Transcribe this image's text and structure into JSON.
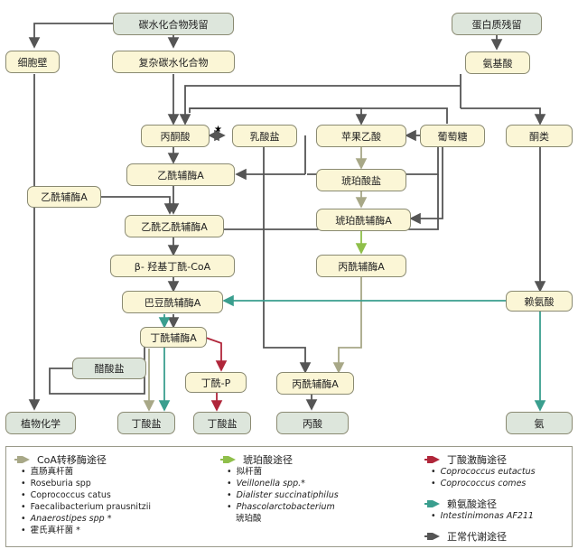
{
  "colors": {
    "box_yellow": "#fbf6d6",
    "box_green": "#dde6dc",
    "arrow_gray": "#555555",
    "coa": "#a8a887",
    "succinate": "#8fbf4a",
    "butyrate_kinase": "#b0263a",
    "lysine": "#3a9e8e"
  },
  "nodes": {
    "carb_residue": "碳水化合物残留",
    "protein_residue": "蛋白质残留",
    "cell_wall": "细胞壁",
    "complex_carb": "复杂碳水化合物",
    "amino_acid": "氨基酸",
    "pyruvate": "丙酮酸",
    "lactate": "乳酸盐",
    "fumarate": "苹果乙酸",
    "glucose": "葡萄糖",
    "ketone": "酮类",
    "acetyl_coa": "乙酰辅酶A",
    "succinate": "琥珀酸盐",
    "acetyl_coa_left": "乙酰辅酶A",
    "acetoacetyl_coa": "乙酰乙酰辅酶A",
    "succinyl_coa": "琥珀酰辅酶A",
    "hydroxybutyryl_coa": "β- 羟基丁酰-CoA",
    "propionyl_coa_mid": "丙酰辅酶A",
    "crotonyl_coa": "巴豆酰辅酶A",
    "lysine": "赖氨酸",
    "butyryl_coa": "丁酰辅酶A",
    "acetate": "醋酸盐",
    "butyryl_p": "丁酰-P",
    "propionyl_coa_low": "丙酰辅酶A",
    "phytochem": "植物化学",
    "butyrate1": "丁酸盐",
    "butyrate2": "丁酸盐",
    "propionate": "丙酸",
    "ammonia": "氨"
  },
  "star": "★",
  "legend": {
    "coa": {
      "title": "CoA转移酶途径",
      "items": [
        {
          "text": "直肠真杆菌",
          "italic": false
        },
        {
          "text": "Roseburia spp",
          "italic": false
        },
        {
          "text": "Coprococcus catus",
          "italic": false
        },
        {
          "text": "Faecalibacterium prausnitzii",
          "italic": false
        },
        {
          "text": "Anaerostipes spp *",
          "italic": true
        },
        {
          "text": "霍氏真杆菌          *",
          "italic": false
        }
      ]
    },
    "succinate": {
      "title": "琥珀酸途径",
      "items": [
        {
          "text": "拟杆菌",
          "italic": false,
          "bullet": true
        },
        {
          "text": "Veillonella spp.*",
          "italic": true,
          "bullet": true
        },
        {
          "text": "Dialister succinatiphilus",
          "italic": true,
          "bullet": true
        },
        {
          "text": "Phascolarctobacterium",
          "italic": true,
          "bullet": true
        },
        {
          "text": "琥珀酸",
          "italic": false,
          "bullet": false
        }
      ]
    },
    "kinase": {
      "title": "丁酸激酶途径",
      "items": [
        {
          "text": "Coprococcus eutactus",
          "italic": true
        },
        {
          "text": "Coprococcus comes",
          "italic": true
        }
      ]
    },
    "lysine": {
      "title": "赖氨酸途径",
      "items": [
        {
          "text": "Intestinimonas AF211",
          "italic": true
        }
      ]
    },
    "normal": {
      "title": "正常代谢途径"
    }
  }
}
